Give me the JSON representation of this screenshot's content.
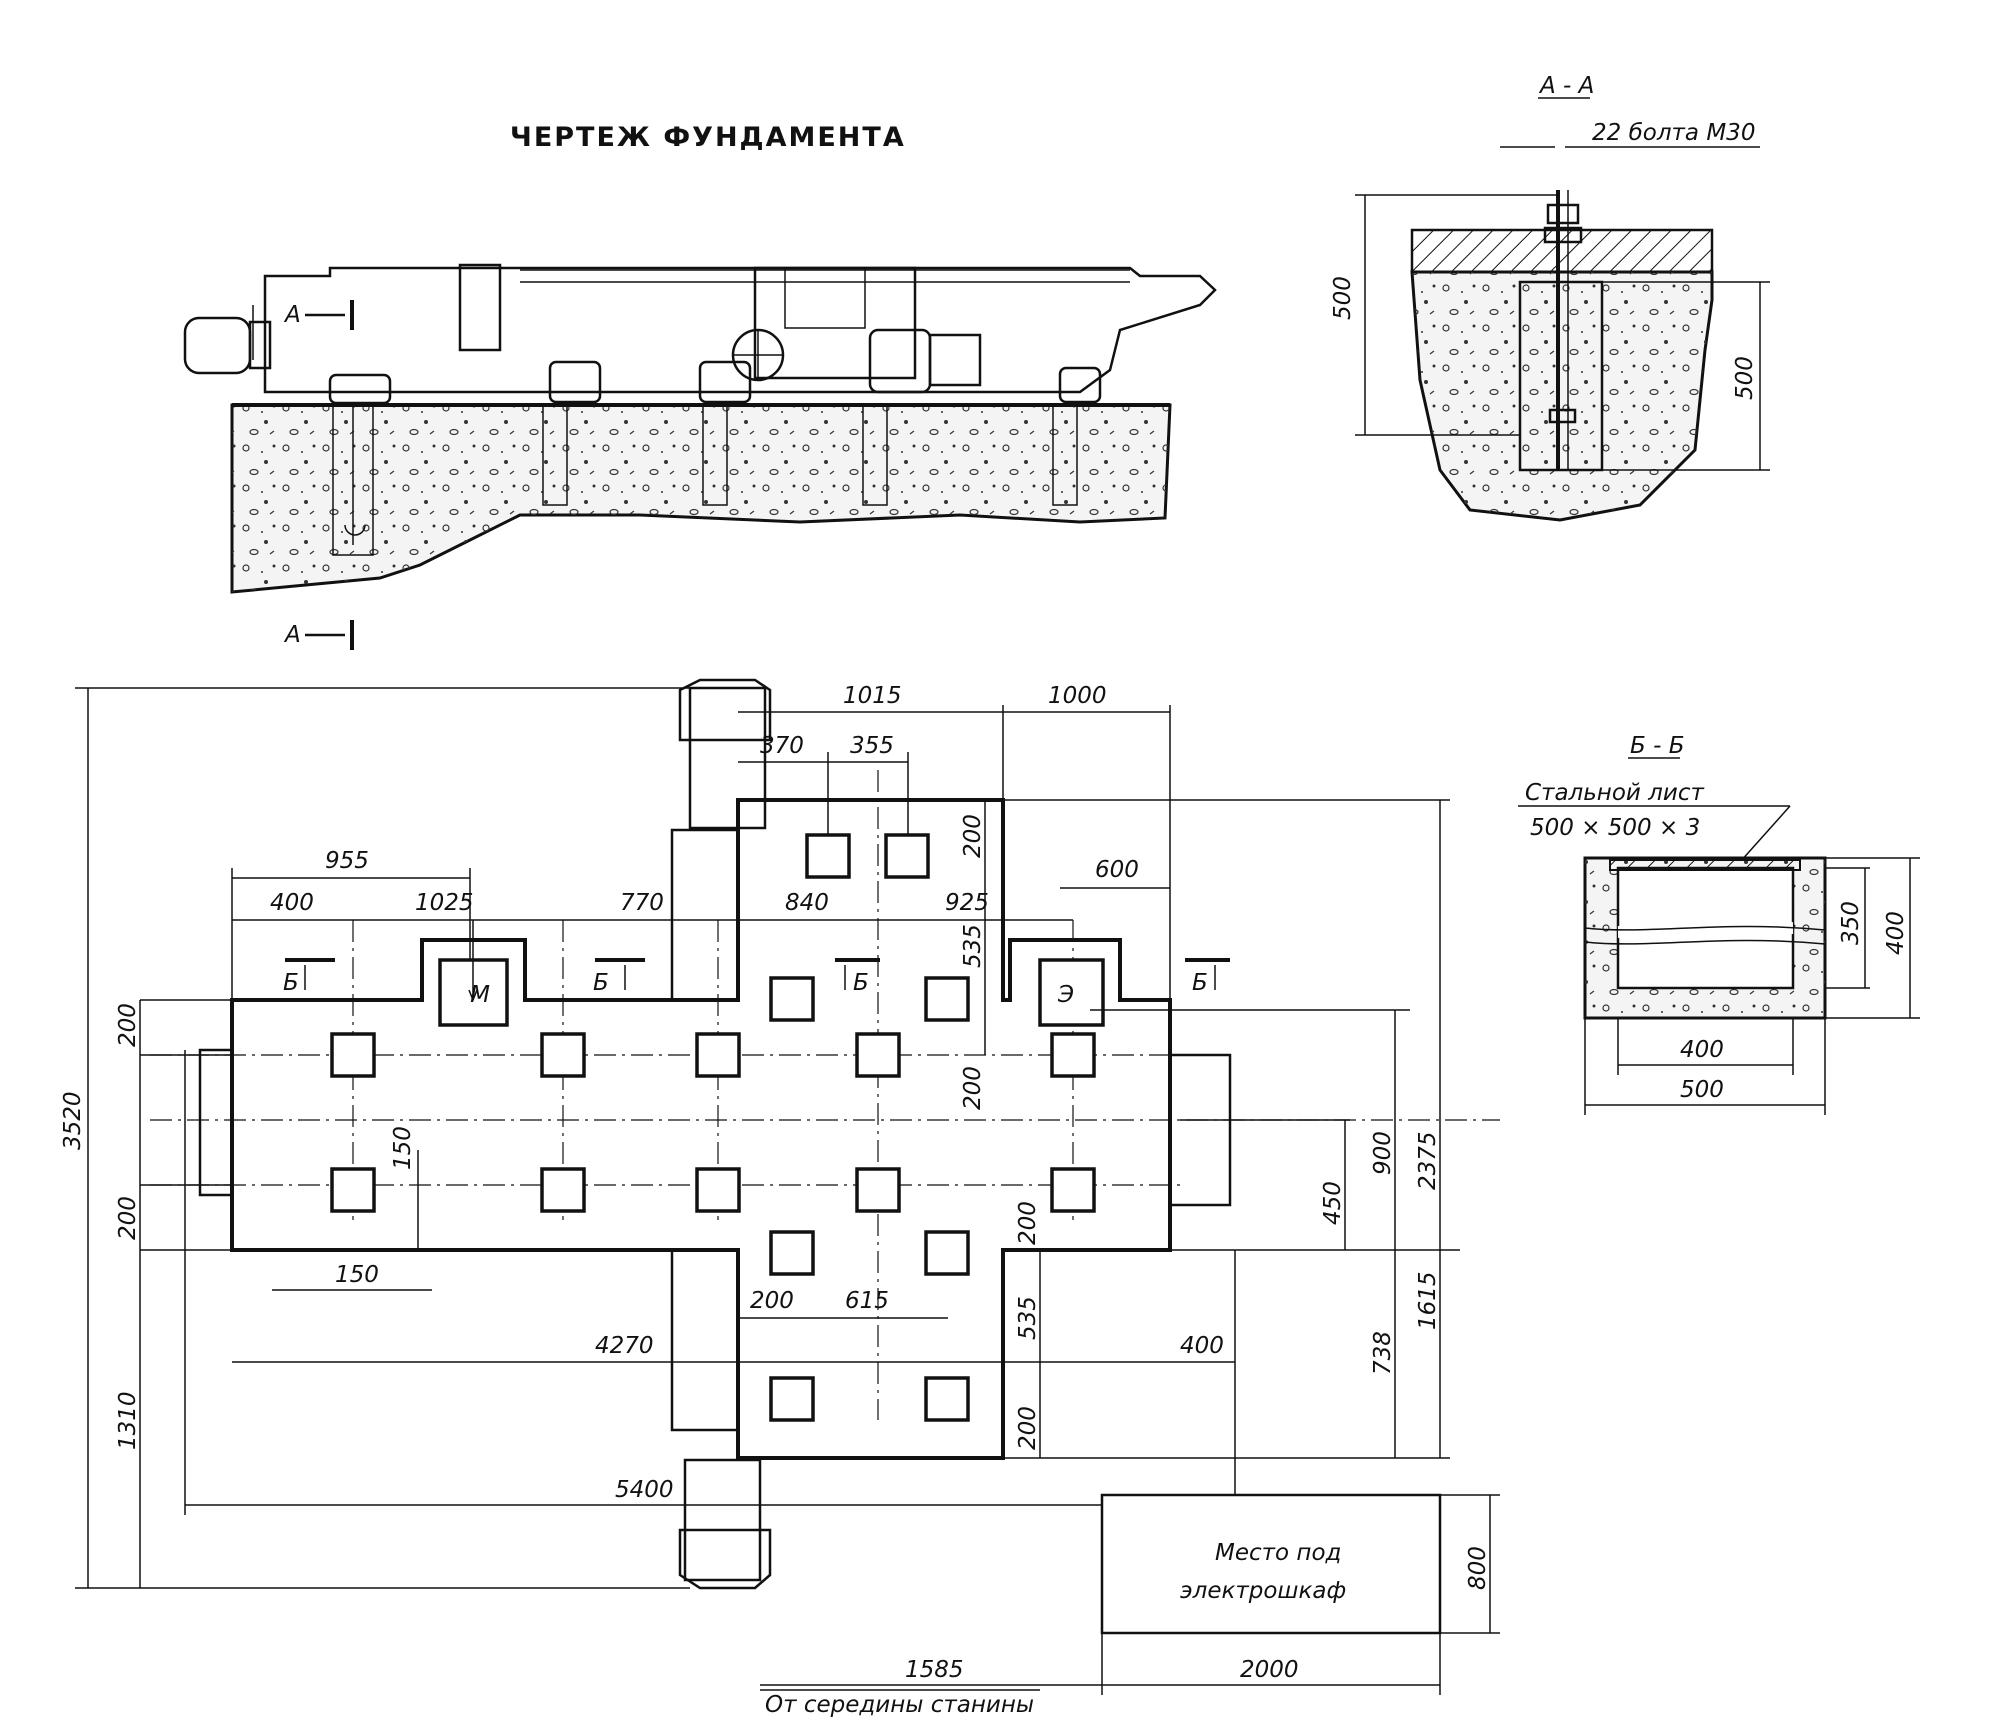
{
  "title": "ЧЕРТЕЖ ФУНДАМЕНТА",
  "sections": {
    "aa_title": "А - А",
    "aa_mark": "А",
    "aa_bolts": "22 болта М30",
    "bb_title": "Б - Б",
    "bb_mark": "Б",
    "bb_plate_1": "Стальной лист",
    "bb_plate_2": "500 × 500 × 3"
  },
  "pit_labels": {
    "motor": "М",
    "electric": "Э"
  },
  "cabinet": {
    "line1": "Место под",
    "line2": "электрошкаф"
  },
  "note": "От середины станины",
  "dims": {
    "d3520": "3520",
    "d1015": "1015",
    "d1000": "1000",
    "d370": "370",
    "d355": "355",
    "d955": "955",
    "d600": "600",
    "d400a": "400",
    "d1025": "1025",
    "d770": "770",
    "d840": "840",
    "d925": "925",
    "d535a": "535",
    "d200a": "200",
    "d200b": "200",
    "d200c": "200",
    "d150a": "150",
    "d200d": "200",
    "d150b": "150",
    "d200e": "200",
    "d615": "615",
    "d200f": "200",
    "d535b": "535",
    "d4270": "4270",
    "d400b": "400",
    "d1310": "1310",
    "d200g": "200",
    "d5400": "5400",
    "d450": "450",
    "d900": "900",
    "d2375": "2375",
    "d738": "738",
    "d1615": "1615",
    "d800": "800",
    "d1585": "1585",
    "d2000": "2000",
    "aa500a": "500",
    "aa500b": "500",
    "bb350": "350",
    "bb400a": "400",
    "bb400b": "400",
    "bb500": "500"
  }
}
